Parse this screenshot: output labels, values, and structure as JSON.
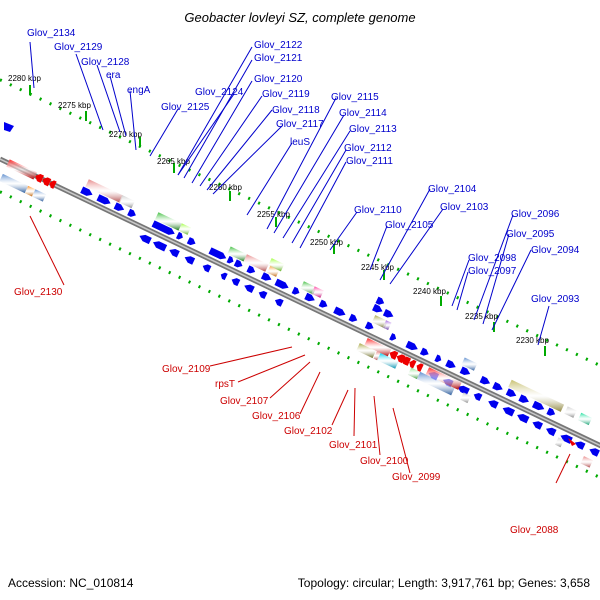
{
  "title": "Geobacter lovleyi SZ, complete genome",
  "footer": {
    "accession": "Accession: NC_010814",
    "summary": "Topology: circular; Length: 3,917,761 bp; Genes: 3,658"
  },
  "colors": {
    "forward_label": "#0000cc",
    "reverse_label": "#cc0000",
    "backbone": "#777777",
    "tick": "#00aa00",
    "cds": "#0000ee"
  },
  "ticks": [
    "2280 kbp",
    "2275 kbp",
    "2270 kbp",
    "2265 kbp",
    "2260 kbp",
    "2255 kbp",
    "2250 kbp",
    "2245 kbp",
    "2240 kbp",
    "2235 kbp",
    "2230 kbp"
  ],
  "forward_labels": [
    "Glov_2134",
    "Glov_2129",
    "Glov_2128",
    "era",
    "engA",
    "Glov_2125",
    "Glov_2124",
    "Glov_2122",
    "Glov_2121",
    "Glov_2120",
    "Glov_2119",
    "Glov_2118",
    "Glov_2117",
    "leuS",
    "Glov_2115",
    "Glov_2114",
    "Glov_2113",
    "Glov_2112",
    "Glov_2111",
    "Glov_2110",
    "Glov_2105",
    "Glov_2104",
    "Glov_2103",
    "Glov_2098",
    "Glov_2097",
    "Glov_2096",
    "Glov_2095",
    "Glov_2094",
    "Glov_2093"
  ],
  "reverse_labels": [
    "Glov_2130",
    "Glov_2109",
    "rpsT",
    "Glov_2107",
    "Glov_2106",
    "Glov_2102",
    "Glov_2101",
    "Glov_2100",
    "Glov_2099",
    "Glov_2088"
  ]
}
